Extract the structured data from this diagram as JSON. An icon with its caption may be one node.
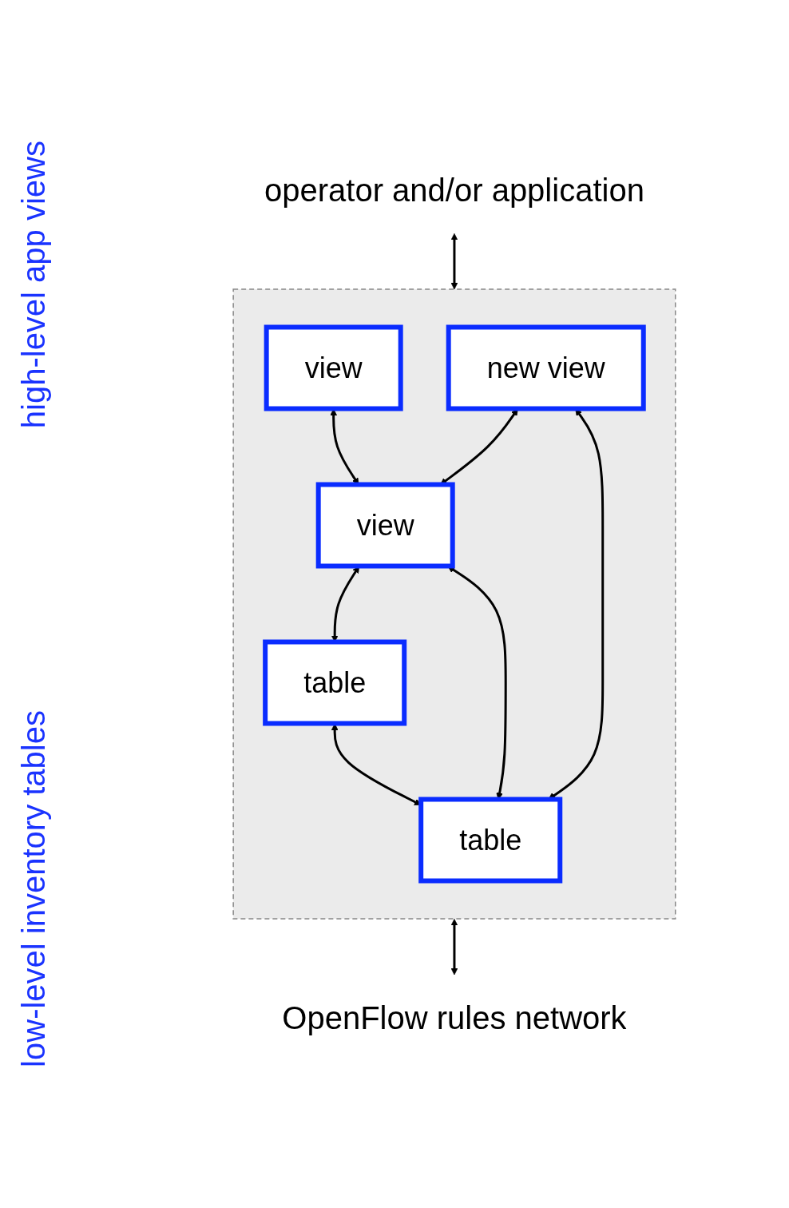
{
  "diagram": {
    "nodes": [
      {
        "text": [
          "operator and/or application"
        ]
      },
      {
        "text": [],
        "shape": "box"
      },
      {
        "text": [
          "view"
        ],
        "in": 1
      },
      {
        "text": [
          "new view"
        ],
        "in": 1
      },
      {
        "text": [
          "view"
        ],
        "in": 1
      },
      {
        "text": [
          "table"
        ],
        "in": 1
      },
      {
        "text": [
          "table"
        ],
        "in": 1
      },
      {
        "text": [
          "OpenFlow rules network"
        ]
      }
    ],
    "edges": [
      {
        "from": 0,
        "to": 1,
        "arrow": "both"
      },
      {
        "from": 2,
        "to": 4,
        "arrow": "both"
      },
      {
        "from": 3,
        "to": 4,
        "arrow": "both"
      },
      {
        "from": 3,
        "to": 6,
        "arrow": "both"
      },
      {
        "from": 4,
        "to": 5,
        "arrow": "both"
      },
      {
        "from": 4,
        "to": 6,
        "arrow": "both"
      },
      {
        "from": 5,
        "to": 6,
        "arrow": "both"
      },
      {
        "from": 1,
        "to": 7,
        "arrow": "both"
      }
    ],
    "labels": [
      "high-level app views",
      "low-level inventory tables"
    ]
  }
}
